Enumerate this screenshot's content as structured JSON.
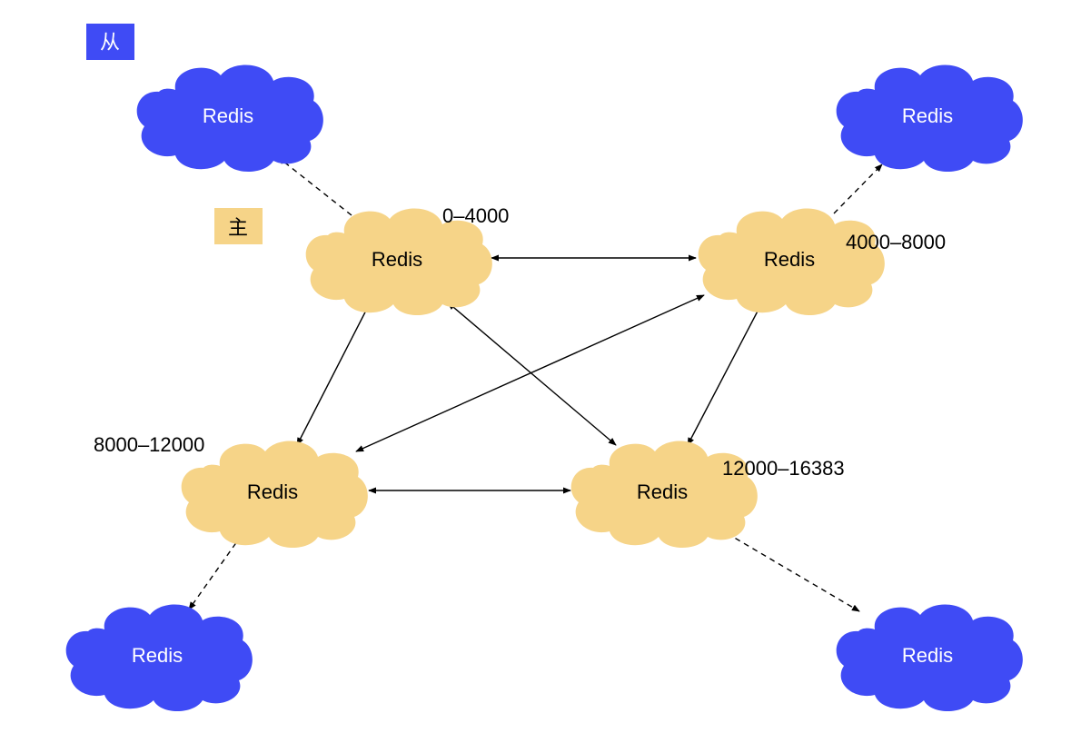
{
  "legend": {
    "slave": {
      "label": "从",
      "color": "#3f4bf5"
    },
    "master": {
      "label": "主",
      "color": "#f6d488"
    }
  },
  "masters": [
    {
      "id": "m1",
      "label": "Redis",
      "slot_range": "0–4000"
    },
    {
      "id": "m2",
      "label": "Redis",
      "slot_range": "4000–8000"
    },
    {
      "id": "m3",
      "label": "Redis",
      "slot_range": "8000–12000"
    },
    {
      "id": "m4",
      "label": "Redis",
      "slot_range": "12000–16383"
    }
  ],
  "slaves": [
    {
      "id": "s1",
      "label": "Redis",
      "master": "m1"
    },
    {
      "id": "s2",
      "label": "Redis",
      "master": "m2"
    },
    {
      "id": "s3",
      "label": "Redis",
      "master": "m3"
    },
    {
      "id": "s4",
      "label": "Redis",
      "master": "m4"
    }
  ],
  "links": [
    {
      "from": "m1",
      "to": "m2",
      "style": "solid",
      "bidirectional": true
    },
    {
      "from": "m1",
      "to": "m3",
      "style": "solid",
      "bidirectional": true
    },
    {
      "from": "m1",
      "to": "m4",
      "style": "solid",
      "bidirectional": true
    },
    {
      "from": "m2",
      "to": "m3",
      "style": "solid",
      "bidirectional": true
    },
    {
      "from": "m2",
      "to": "m4",
      "style": "solid",
      "bidirectional": true
    },
    {
      "from": "m3",
      "to": "m4",
      "style": "solid",
      "bidirectional": true
    },
    {
      "from": "m1",
      "to": "s1",
      "style": "dashed",
      "bidirectional": false
    },
    {
      "from": "m2",
      "to": "s2",
      "style": "dashed",
      "bidirectional": false
    },
    {
      "from": "m3",
      "to": "s3",
      "style": "dashed",
      "bidirectional": false
    },
    {
      "from": "m4",
      "to": "s4",
      "style": "dashed",
      "bidirectional": false
    }
  ],
  "colors": {
    "master_fill": "#f6d488",
    "slave_fill": "#3f4bf5",
    "master_text": "#000000",
    "slave_text": "#ffffff",
    "link": "#000000"
  }
}
